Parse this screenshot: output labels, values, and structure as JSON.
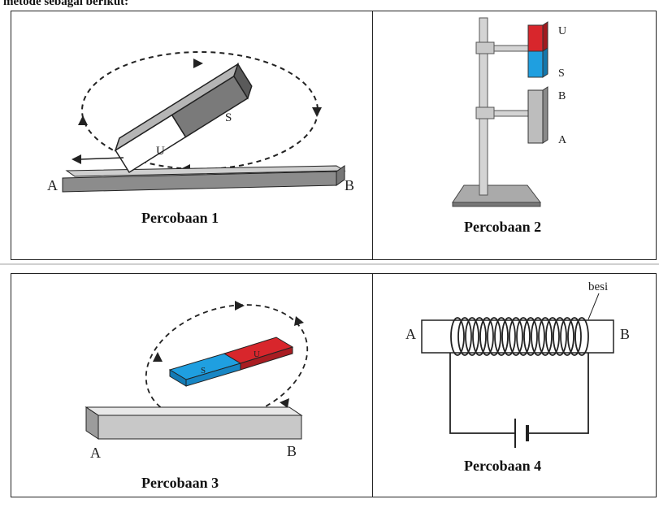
{
  "intro_text": "metode sebagai berikut:",
  "experiments": [
    {
      "caption": "Percobaan 1",
      "labels": {
        "end_a": "A",
        "end_b": "B",
        "pole_north": "U",
        "pole_south": "S"
      }
    },
    {
      "caption": "Percobaan 2",
      "labels": {
        "pole_north": "U",
        "pole_south": "S",
        "end_b": "B",
        "end_a": "A"
      }
    },
    {
      "caption": "Percobaan 3",
      "labels": {
        "end_a": "A",
        "end_b": "B",
        "pole_south": "S",
        "pole_north": "U"
      }
    },
    {
      "caption": "Percobaan 4",
      "labels": {
        "end_a": "A",
        "end_b": "B",
        "material": "besi"
      }
    }
  ],
  "colors": {
    "magnet_north": "#d8262c",
    "magnet_south": "#1f9fe0",
    "bar_gray": "#8c8c8c",
    "outline": "#222222"
  }
}
